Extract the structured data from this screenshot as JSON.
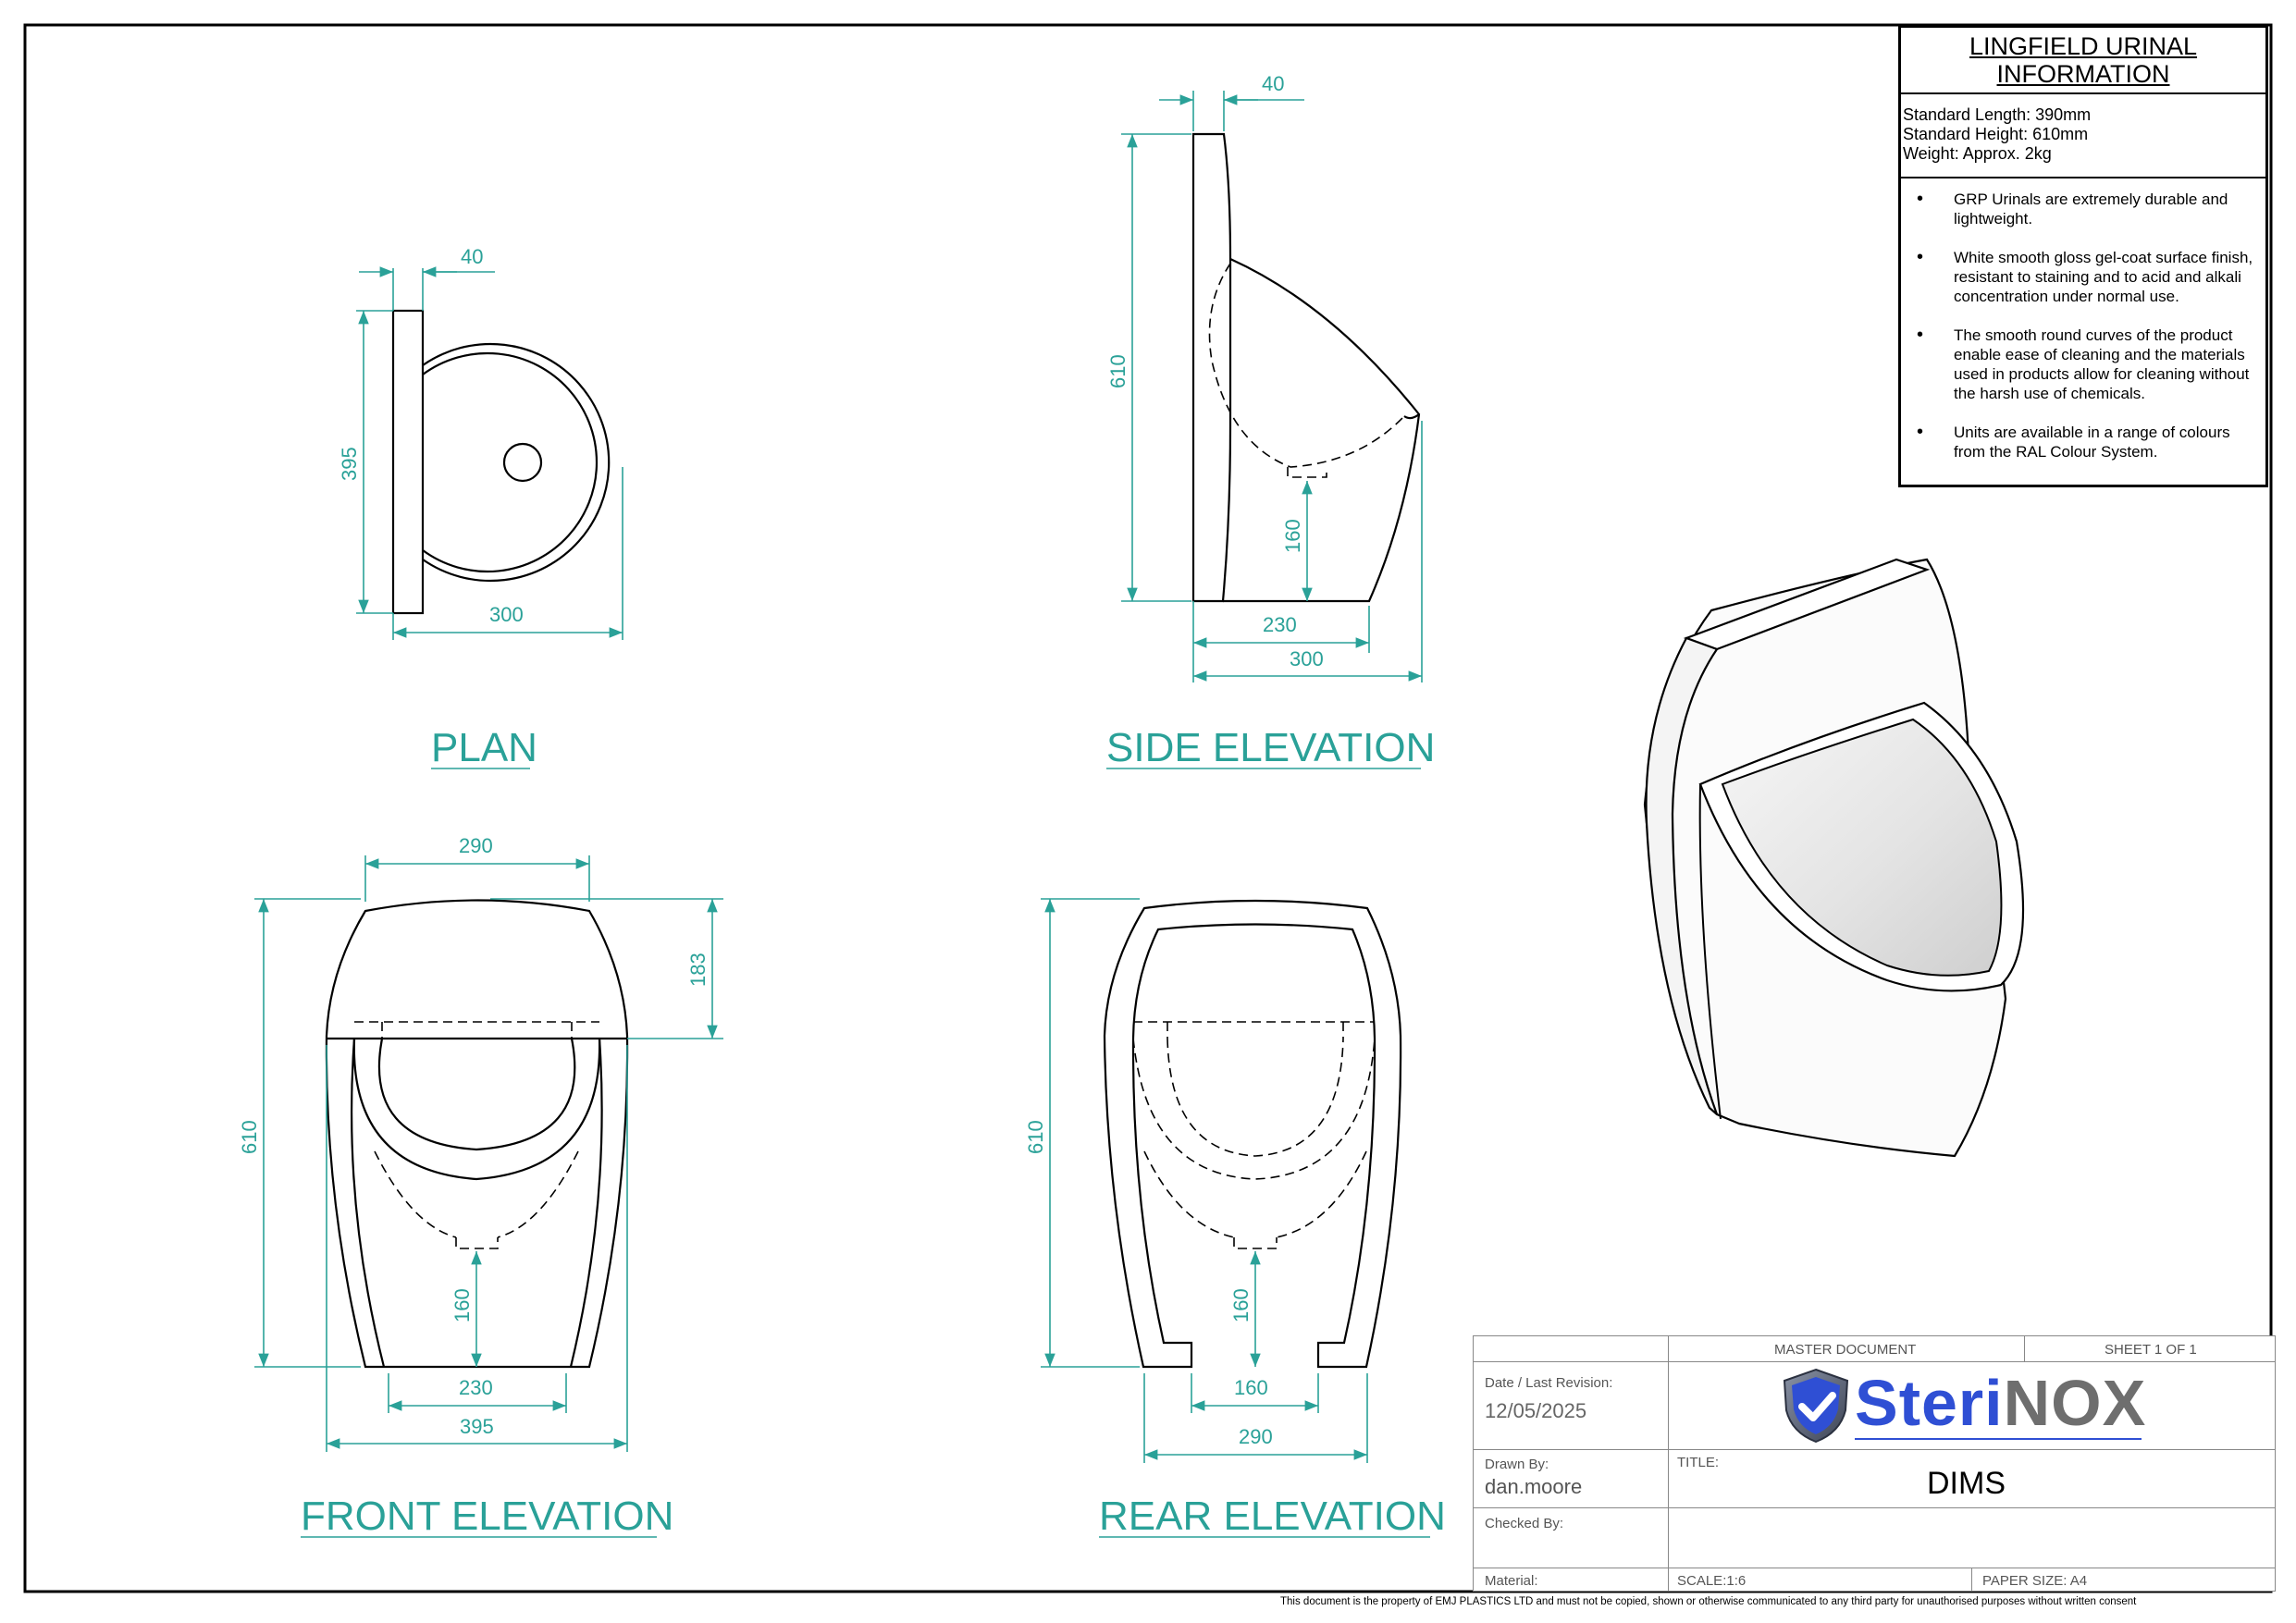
{
  "info": {
    "title_line1": "LINGFIELD URINAL",
    "title_line2": "INFORMATION",
    "specs": [
      "Standard Length: 390mm",
      "Standard Height: 610mm",
      "Weight: Approx. 2kg"
    ],
    "bullets": [
      "GRP Urinals are extremely durable and lightweight.",
      "White smooth gloss gel-coat surface finish, resistant to staining and to acid and alkali concentration under normal use.",
      "The smooth round curves of the product enable ease of cleaning and the materials used in products allow for cleaning without the harsh use of chemicals.",
      "Units are available in a range of colours from the RAL Colour System."
    ]
  },
  "views": {
    "plan": {
      "title": "PLAN",
      "dims": {
        "thickness": "40",
        "height": "395",
        "depth": "300"
      }
    },
    "side": {
      "title": "SIDE ELEVATION",
      "dims": {
        "thickness": "40",
        "height": "610",
        "outlet": "160",
        "base": "230",
        "depth": "300"
      }
    },
    "front": {
      "title": "FRONT ELEVATION",
      "dims": {
        "top": "290",
        "upper": "183",
        "height": "610",
        "outlet": "160",
        "base": "230",
        "width": "395"
      }
    },
    "rear": {
      "title": "REAR ELEVATION",
      "dims": {
        "height": "610",
        "outlet": "160",
        "base": "160",
        "width": "290"
      }
    }
  },
  "title_block": {
    "master_document": "MASTER DOCUMENT",
    "sheet": "SHEET 1 OF 1",
    "date_label": "Date / Last Revision:",
    "date_value": "12/05/2025",
    "drawn_label": "Drawn By:",
    "drawn_value": "dan.moore",
    "checked_label": "Checked By:",
    "title_label": "TITLE:",
    "title_value": "DIMS",
    "material_label": "Material:",
    "scale": "SCALE:1:6",
    "paper_size": "PAPER SIZE: A4",
    "brand_part1": "Steri",
    "brand_part2": "NOX"
  },
  "footer": "This document is the property of EMJ PLASTICS LTD and must not be copied, shown or otherwise communicated to any third party for unauthorised purposes without written consent",
  "colors": {
    "dimension": "#2aa198",
    "brand_blue": "#2f4fd4",
    "brand_grey": "#6e6e6e"
  }
}
